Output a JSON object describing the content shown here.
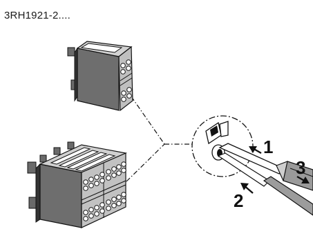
{
  "part_number": "3RH1921-2....",
  "steps": {
    "step1": "1",
    "step2": "2",
    "step3": "3"
  },
  "colors": {
    "block_dark": "#5e5e5e",
    "block_light": "#cfcfcf",
    "block_mid": "#8a8a8a",
    "line": "#111111"
  }
}
